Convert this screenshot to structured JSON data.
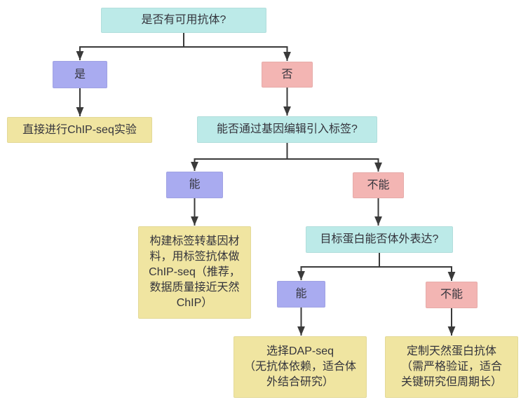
{
  "flowchart": {
    "nodes": {
      "q1": {
        "label": "是否有可用抗体?"
      },
      "yes1": {
        "label": "是"
      },
      "no1": {
        "label": "否"
      },
      "r1": {
        "label": "直接进行ChIP-seq实验"
      },
      "q2": {
        "label": "能否通过基因编辑引入标签?"
      },
      "yes2": {
        "label": "能"
      },
      "no2": {
        "label": "不能"
      },
      "r2": {
        "label": "构建标签转基因材\n料，用标签抗体做\nChIP-seq（推荐，\n数据质量接近天然\nChIP）"
      },
      "q3": {
        "label": "目标蛋白能否体外表达?"
      },
      "yes3": {
        "label": "能"
      },
      "no3": {
        "label": "不能"
      },
      "r3": {
        "label": "选择DAP-seq\n（无抗体依赖，适合体\n外结合研究）"
      },
      "r4": {
        "label": "定制天然蛋白抗体\n（需严格验证，适合\n关键研究但周期长）"
      }
    },
    "colors": {
      "question_fill": "#bceae8",
      "yes_fill": "#a9abf0",
      "no_fill": "#f3b5b3",
      "result_fill": "#f0e5a1",
      "line": "#3a3a3a",
      "text": "#34343c"
    }
  }
}
